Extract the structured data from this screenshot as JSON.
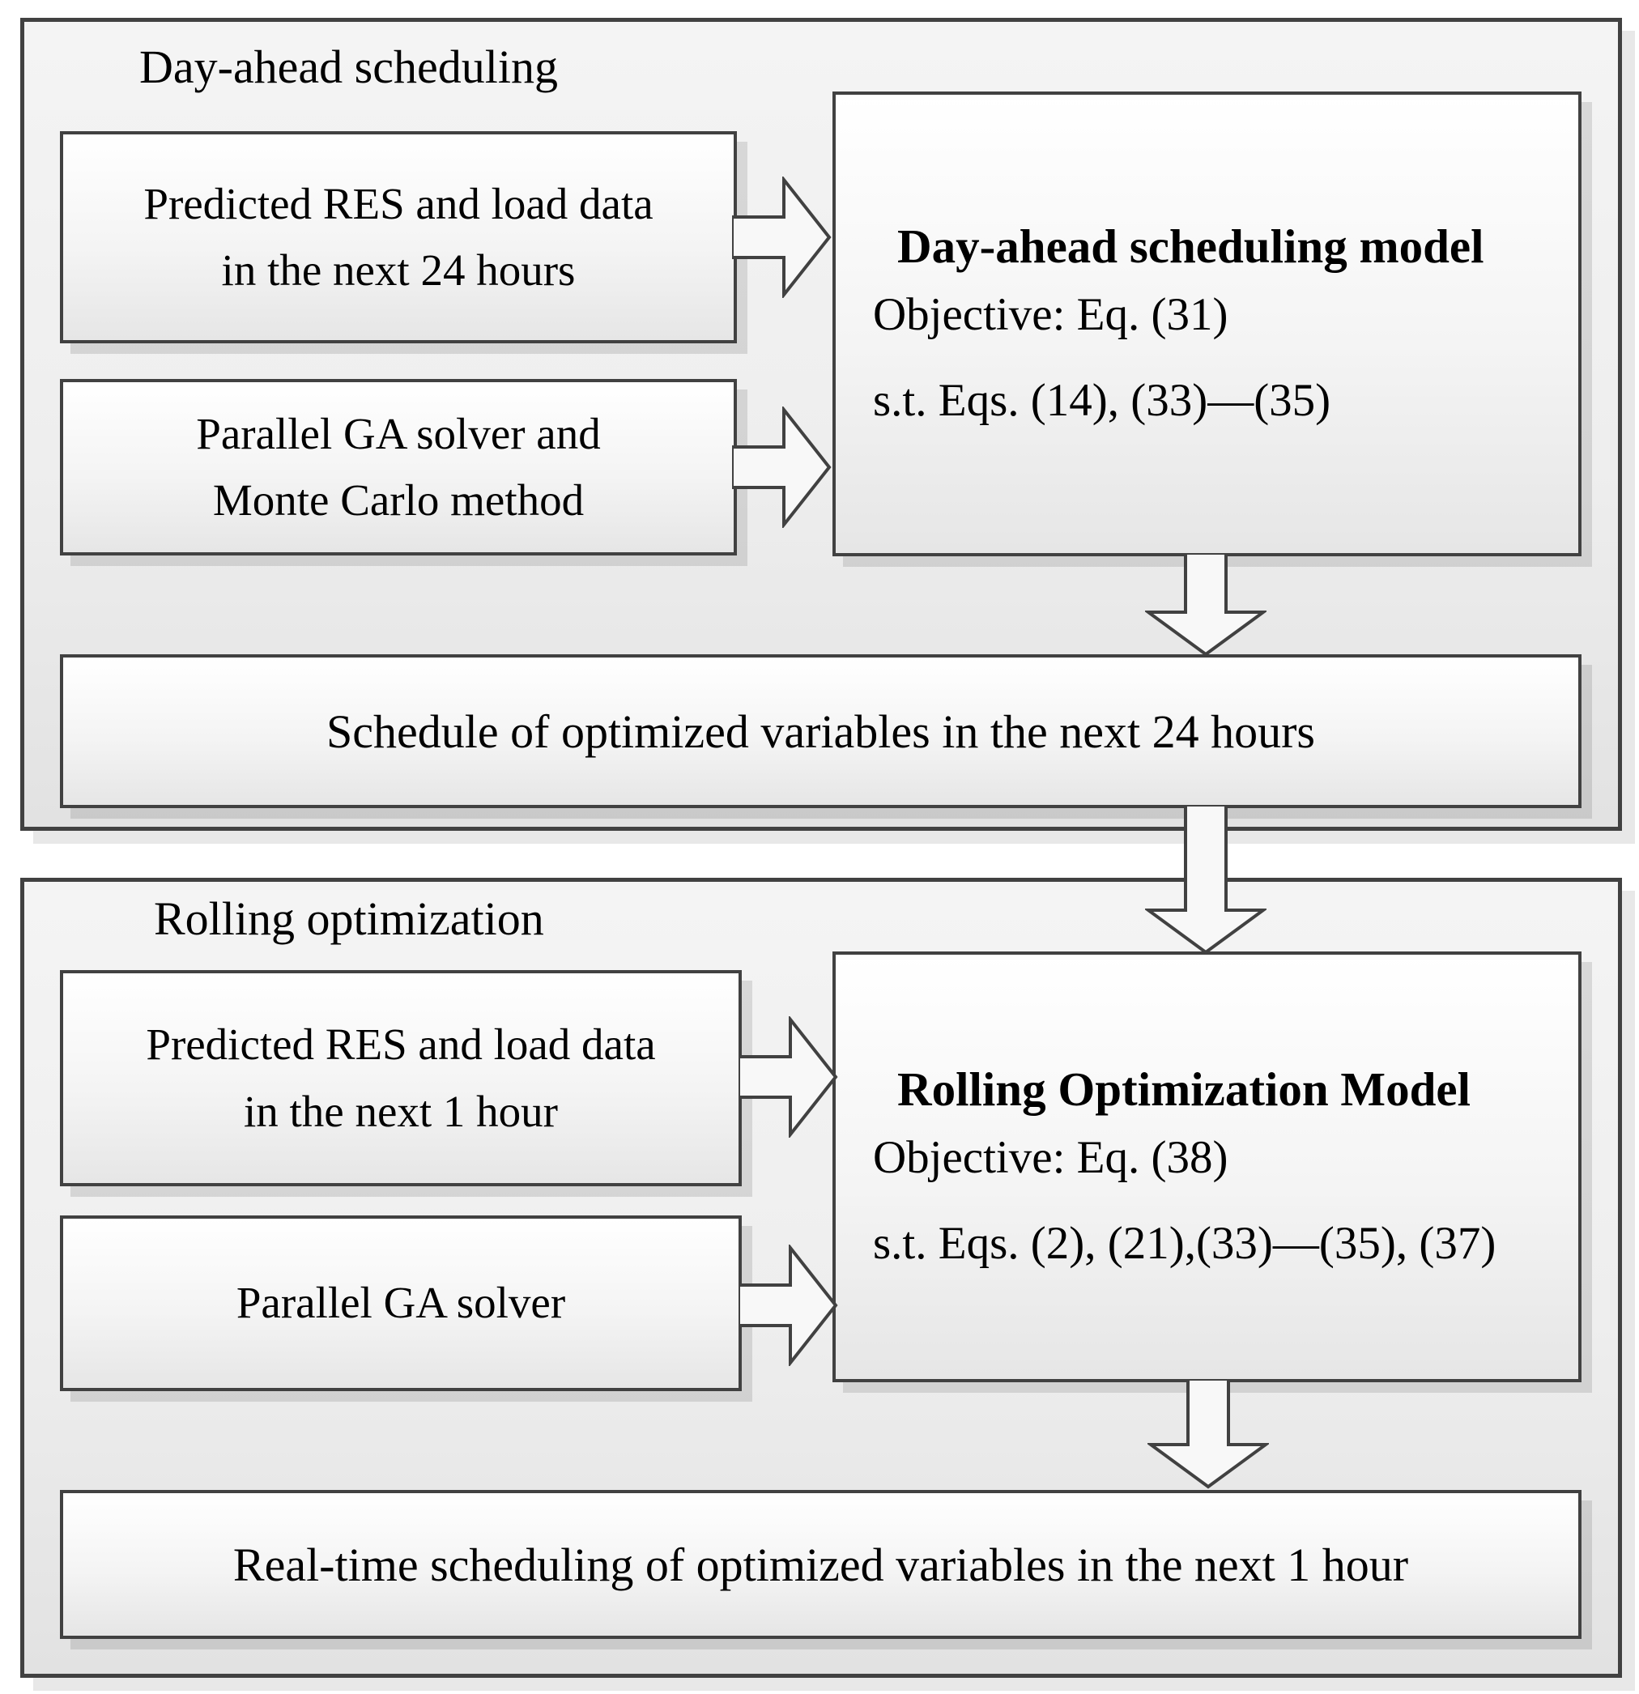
{
  "figure": {
    "day_ahead": {
      "label": "Day-ahead scheduling",
      "predicted_box": {
        "line1": "Predicted RES and load data",
        "line2": "in the next 24 hours"
      },
      "solver_box": {
        "line1": "Parallel GA solver and",
        "line2": "Monte Carlo method"
      },
      "model_box": {
        "title": "Day-ahead scheduling model",
        "objective": "Objective: Eq. (31)",
        "constraints": "s.t. Eqs. (14), (33)—(35)"
      },
      "output_box": {
        "text": "Schedule of optimized variables in the next 24 hours"
      }
    },
    "rolling": {
      "label": "Rolling optimization",
      "predicted_box": {
        "line1": "Predicted RES and load data",
        "line2": "in the next 1 hour"
      },
      "solver_box": {
        "line1": "Parallel GA solver"
      },
      "model_box": {
        "title": "Rolling Optimization Model",
        "objective": "Objective: Eq. (38)",
        "constraints": "s.t. Eqs. (2), (21),(33)—(35), (37)"
      },
      "output_box": {
        "text": "Real-time scheduling of optimized variables in the next 1 hour"
      }
    },
    "colors": {
      "border": "#414141",
      "section_fill_top": "#f4f4f4",
      "section_fill_bottom": "#e2e2e2",
      "box_fill_top": "#ffffff",
      "box_fill_bottom": "#e6e6e6",
      "arrow_fill": "#f8f8f8",
      "text": "#000000"
    }
  }
}
